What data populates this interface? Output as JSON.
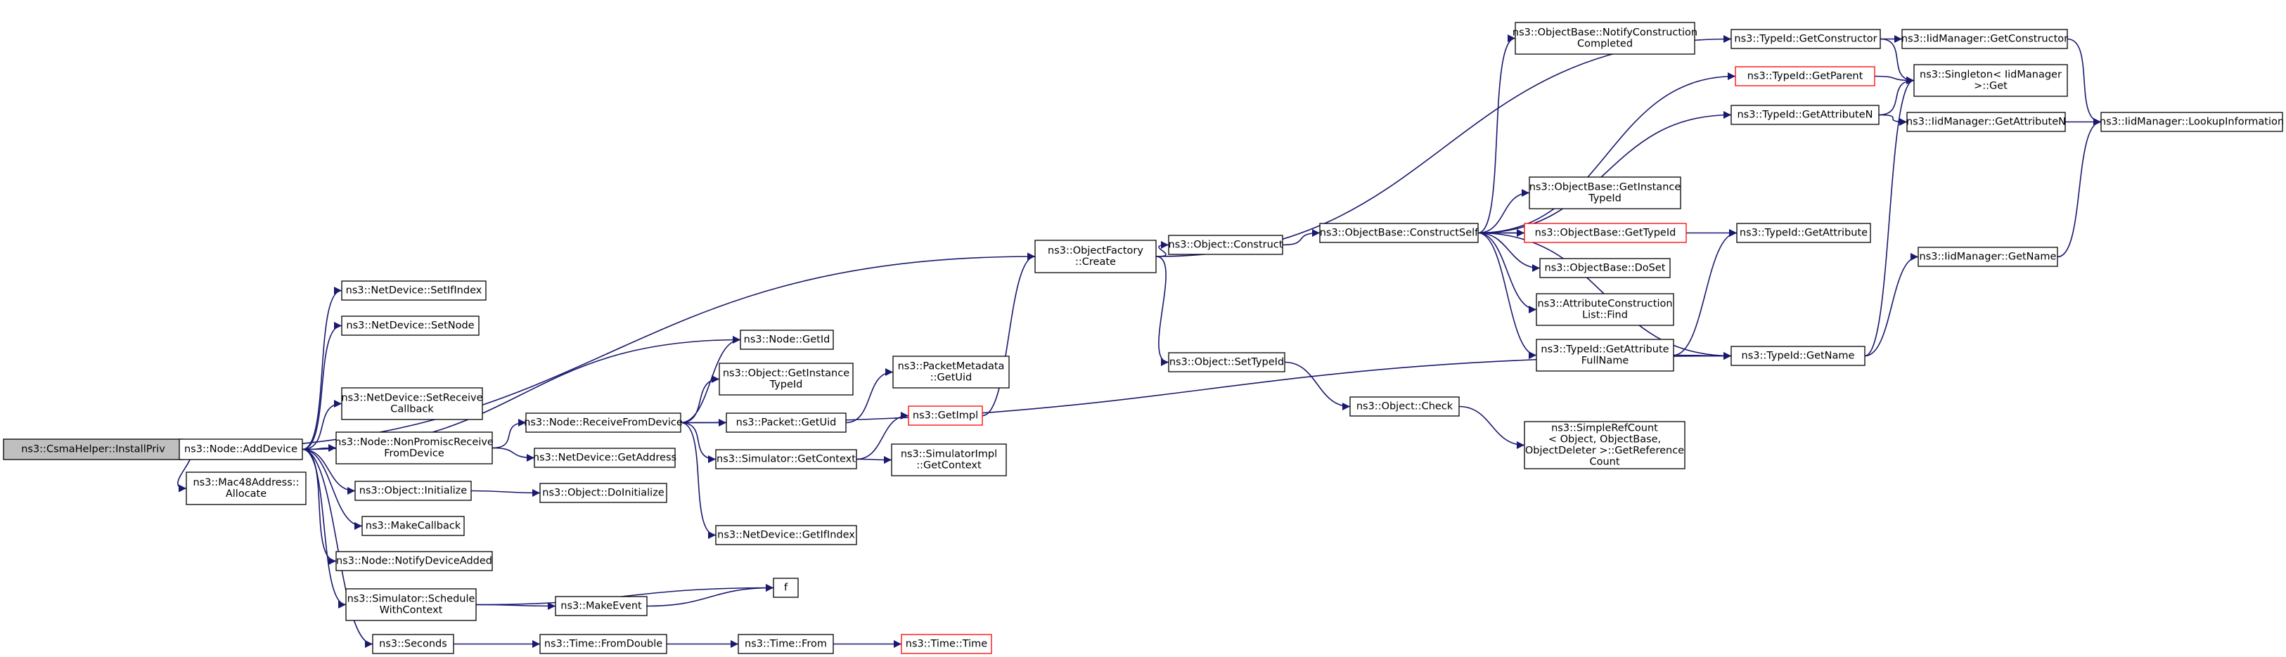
{
  "diagram": {
    "type": "call-graph",
    "colors": {
      "edge": "#191970",
      "root_fill": "#bfbfbf",
      "highlight_border": "#ff0000"
    },
    "nodes": {
      "n0": {
        "lines": [
          "ns3::CsmaHelper::InstallPriv"
        ]
      },
      "n1": {
        "lines": [
          "ns3::Node::AddDevice"
        ]
      },
      "n2": {
        "lines": [
          "ns3::Mac48Address::",
          "Allocate"
        ]
      },
      "n3": {
        "lines": [
          "ns3::ObjectFactory",
          "::Create"
        ]
      },
      "n4": {
        "lines": [
          "ns3::NetDevice::SetIfIndex"
        ]
      },
      "n5": {
        "lines": [
          "ns3::NetDevice::SetNode"
        ]
      },
      "n6": {
        "lines": [
          "ns3::Node::GetId"
        ]
      },
      "n7": {
        "lines": [
          "ns3::NetDevice::SetReceive",
          "Callback"
        ]
      },
      "n8": {
        "lines": [
          "ns3::Node::NonPromiscReceive",
          "FromDevice"
        ]
      },
      "n9": {
        "lines": [
          "ns3::Object::Initialize"
        ]
      },
      "n10": {
        "lines": [
          "ns3::MakeCallback"
        ]
      },
      "n11": {
        "lines": [
          "ns3::Node::NotifyDeviceAdded"
        ]
      },
      "n12": {
        "lines": [
          "ns3::Simulator::Schedule",
          "WithContext"
        ]
      },
      "n13": {
        "lines": [
          "ns3::Seconds"
        ]
      },
      "n14": {
        "lines": [
          "ns3::Node::ReceiveFromDevice"
        ]
      },
      "n15": {
        "lines": [
          "ns3::NetDevice::GetAddress"
        ]
      },
      "n16": {
        "lines": [
          "ns3::Object::DoInitialize"
        ]
      },
      "n17": {
        "lines": [
          "ns3::MakeEvent"
        ]
      },
      "n18": {
        "lines": [
          "f"
        ]
      },
      "n19": {
        "lines": [
          "ns3::Time::FromDouble"
        ]
      },
      "n20": {
        "lines": [
          "ns3::Object::GetInstance",
          "TypeId"
        ]
      },
      "n21": {
        "lines": [
          "ns3::Packet::GetUid"
        ]
      },
      "n22": {
        "lines": [
          "ns3::Simulator::GetContext"
        ]
      },
      "n23": {
        "lines": [
          "ns3::NetDevice::GetIfIndex"
        ]
      },
      "n24": {
        "lines": [
          "ns3::Time::From"
        ]
      },
      "n25": {
        "lines": [
          "ns3::Time::Time"
        ],
        "highlight": true
      },
      "n26": {
        "lines": [
          "ns3::PacketMetadata",
          "::GetUid"
        ]
      },
      "n27": {
        "lines": [
          "ns3::GetImpl"
        ],
        "highlight": true
      },
      "n28": {
        "lines": [
          "ns3::SimulatorImpl",
          "::GetContext"
        ]
      },
      "n29": {
        "lines": [
          "ns3::Object::Construct"
        ]
      },
      "n30": {
        "lines": [
          "ns3::Object::SetTypeId"
        ]
      },
      "n31": {
        "lines": [
          "ns3::ObjectBase::ConstructSelf"
        ]
      },
      "n32": {
        "lines": [
          "ns3::Object::Check"
        ]
      },
      "n33": {
        "lines": [
          "ns3::ObjectBase::NotifyConstruction",
          "Completed"
        ]
      },
      "n34": {
        "lines": [
          "ns3::ObjectBase::GetInstance",
          "TypeId"
        ]
      },
      "n35": {
        "lines": [
          "ns3::ObjectBase::GetTypeId"
        ],
        "highlight": true
      },
      "n36": {
        "lines": [
          "ns3::ObjectBase::DoSet"
        ]
      },
      "n37": {
        "lines": [
          "ns3::AttributeConstruction",
          "List::Find"
        ]
      },
      "n38": {
        "lines": [
          "ns3::TypeId::GetAttribute",
          "FullName"
        ]
      },
      "n39": {
        "lines": [
          "ns3::SimpleRefCount",
          "< Object, ObjectBase,",
          "ObjectDeleter >::GetReference",
          "Count"
        ]
      },
      "n40": {
        "lines": [
          "ns3::TypeId::GetConstructor"
        ]
      },
      "n41": {
        "lines": [
          "ns3::TypeId::GetParent"
        ],
        "highlight": true
      },
      "n42": {
        "lines": [
          "ns3::TypeId::GetAttributeN"
        ]
      },
      "n43": {
        "lines": [
          "ns3::TypeId::GetAttribute"
        ]
      },
      "n44": {
        "lines": [
          "ns3::TypeId::GetName"
        ]
      },
      "n45": {
        "lines": [
          "ns3::IidManager::GetConstructor"
        ]
      },
      "n46": {
        "lines": [
          "ns3::Singleton< IidManager",
          ">::Get"
        ]
      },
      "n47": {
        "lines": [
          "ns3::IidManager::GetAttributeN"
        ]
      },
      "n48": {
        "lines": [
          "ns3::IidManager::GetName"
        ]
      },
      "n49": {
        "lines": [
          "ns3::IidManager::LookupInformation"
        ]
      }
    },
    "edges": [
      [
        "n0",
        "n1"
      ],
      [
        "n0",
        "n2"
      ],
      [
        "n0",
        "n3"
      ],
      [
        "n1",
        "n4"
      ],
      [
        "n1",
        "n5"
      ],
      [
        "n1",
        "n6"
      ],
      [
        "n1",
        "n7"
      ],
      [
        "n1",
        "n8"
      ],
      [
        "n1",
        "n9"
      ],
      [
        "n1",
        "n10"
      ],
      [
        "n1",
        "n11"
      ],
      [
        "n1",
        "n12"
      ],
      [
        "n1",
        "n13"
      ],
      [
        "n8",
        "n14"
      ],
      [
        "n8",
        "n15"
      ],
      [
        "n9",
        "n16"
      ],
      [
        "n12",
        "n17"
      ],
      [
        "n12",
        "n18"
      ],
      [
        "n17",
        "n18"
      ],
      [
        "n13",
        "n19"
      ],
      [
        "n19",
        "n24"
      ],
      [
        "n24",
        "n25"
      ],
      [
        "n14",
        "n6"
      ],
      [
        "n14",
        "n20"
      ],
      [
        "n14",
        "n21"
      ],
      [
        "n14",
        "n22"
      ],
      [
        "n14",
        "n23"
      ],
      [
        "n14",
        "n44"
      ],
      [
        "n21",
        "n26"
      ],
      [
        "n22",
        "n27"
      ],
      [
        "n22",
        "n28"
      ],
      [
        "n27",
        "n3"
      ],
      [
        "n3",
        "n29"
      ],
      [
        "n3",
        "n30"
      ],
      [
        "n3",
        "n40"
      ],
      [
        "n29",
        "n31"
      ],
      [
        "n30",
        "n32"
      ],
      [
        "n32",
        "n39"
      ],
      [
        "n31",
        "n33"
      ],
      [
        "n31",
        "n34"
      ],
      [
        "n31",
        "n35"
      ],
      [
        "n31",
        "n36"
      ],
      [
        "n31",
        "n37"
      ],
      [
        "n31",
        "n38"
      ],
      [
        "n31",
        "n41"
      ],
      [
        "n31",
        "n42"
      ],
      [
        "n31",
        "n43"
      ],
      [
        "n31",
        "n44"
      ],
      [
        "n38",
        "n43"
      ],
      [
        "n38",
        "n44"
      ],
      [
        "n40",
        "n45"
      ],
      [
        "n40",
        "n46"
      ],
      [
        "n41",
        "n46"
      ],
      [
        "n42",
        "n46"
      ],
      [
        "n42",
        "n47"
      ],
      [
        "n44",
        "n46"
      ],
      [
        "n44",
        "n48"
      ],
      [
        "n45",
        "n49"
      ],
      [
        "n47",
        "n49"
      ],
      [
        "n48",
        "n49"
      ]
    ]
  }
}
